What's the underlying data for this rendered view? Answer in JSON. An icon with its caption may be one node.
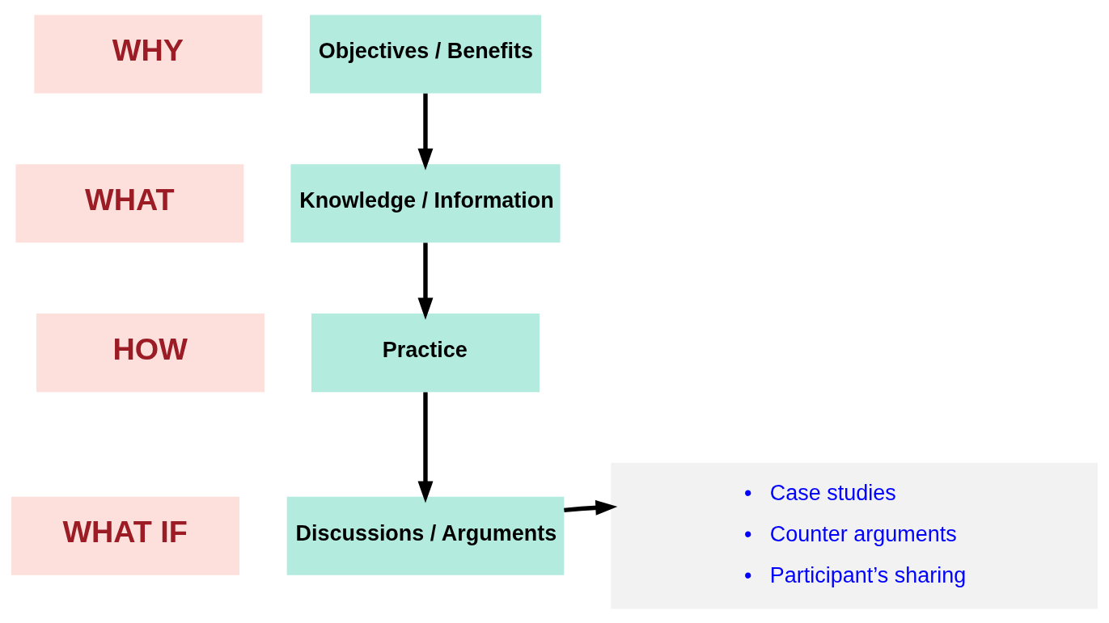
{
  "diagram": {
    "nodes": [
      {
        "text": [
          "WHY"
        ]
      },
      {
        "text": [
          "Objectives / Benefits"
        ]
      },
      {
        "text": [
          "WHAT"
        ]
      },
      {
        "text": [
          "Knowledge / Information"
        ]
      },
      {
        "text": [
          "HOW"
        ]
      },
      {
        "text": [
          "Practice"
        ]
      },
      {
        "text": [
          "WHAT IF"
        ]
      },
      {
        "text": [
          "Discussions / Arguments"
        ]
      },
      {
        "text": [
          "•   Case studies",
          "•   Counter arguments",
          "•   Participant’s sharing"
        ]
      }
    ],
    "edges": [
      {
        "from": 1,
        "to": 3,
        "arrow": "to"
      },
      {
        "from": 3,
        "to": 5,
        "arrow": "to"
      },
      {
        "from": 5,
        "to": 7,
        "arrow": "to"
      },
      {
        "from": 7,
        "to": 8,
        "arrow": "to"
      }
    ]
  }
}
